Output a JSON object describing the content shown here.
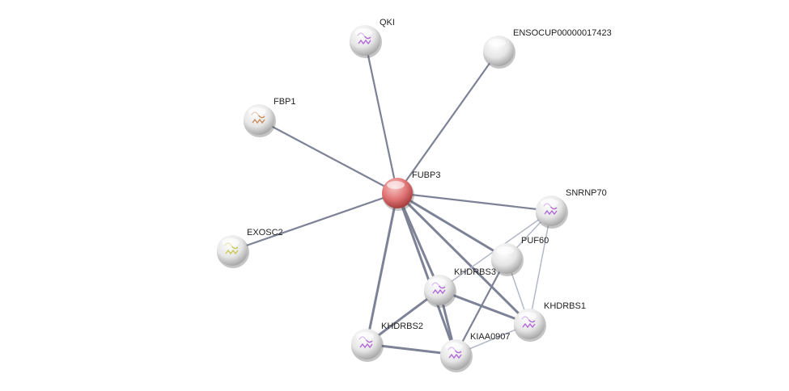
{
  "network": {
    "colors": {
      "query": "#d96a6a",
      "node": "#e2e2e2",
      "edge": "#7d8296",
      "edge_light": "#b4b8c8"
    },
    "nodes": [
      {
        "id": "QKI",
        "label": "QKI",
        "query": false,
        "structure": true
      },
      {
        "id": "ENSOCUP00000017423",
        "label": "ENSOCUP00000017423",
        "query": false,
        "structure": false
      },
      {
        "id": "FBP1",
        "label": "FBP1",
        "query": false,
        "structure": true
      },
      {
        "id": "FUBP3",
        "label": "FUBP3",
        "query": true,
        "structure": false
      },
      {
        "id": "SNRNP70",
        "label": "SNRNP70",
        "query": false,
        "structure": true
      },
      {
        "id": "EXOSC2",
        "label": "EXOSC2",
        "query": false,
        "structure": true
      },
      {
        "id": "PUF60",
        "label": "PUF60",
        "query": false,
        "structure": false
      },
      {
        "id": "KHDRBS3",
        "label": "KHDRBS3",
        "query": false,
        "structure": true
      },
      {
        "id": "KHDRBS1",
        "label": "KHDRBS1",
        "query": false,
        "structure": true
      },
      {
        "id": "KHDRBS2",
        "label": "KHDRBS2",
        "query": false,
        "structure": true
      },
      {
        "id": "KIAA0907",
        "label": "KIAA0907",
        "query": false,
        "structure": true
      }
    ],
    "edges": [
      [
        "FUBP3",
        "QKI",
        2
      ],
      [
        "FUBP3",
        "ENSOCUP00000017423",
        2
      ],
      [
        "FUBP3",
        "FBP1",
        2
      ],
      [
        "FUBP3",
        "EXOSC2",
        2
      ],
      [
        "FUBP3",
        "SNRNP70",
        2
      ],
      [
        "FUBP3",
        "PUF60",
        3
      ],
      [
        "FUBP3",
        "KHDRBS3",
        3
      ],
      [
        "FUBP3",
        "KHDRBS1",
        3
      ],
      [
        "FUBP3",
        "KHDRBS2",
        3
      ],
      [
        "FUBP3",
        "KIAA0907",
        3
      ],
      [
        "KHDRBS3",
        "KHDRBS2",
        3
      ],
      [
        "KHDRBS3",
        "KHDRBS1",
        3
      ],
      [
        "KHDRBS3",
        "KIAA0907",
        3
      ],
      [
        "KHDRBS2",
        "KIAA0907",
        3
      ],
      [
        "KIAA0907",
        "KHDRBS1",
        1
      ],
      [
        "KIAA0907",
        "PUF60",
        2
      ],
      [
        "KHDRBS3",
        "SNRNP70",
        1
      ],
      [
        "PUF60",
        "SNRNP70",
        1
      ],
      [
        "PUF60",
        "KHDRBS1",
        1
      ],
      [
        "SNRNP70",
        "KHDRBS1",
        1
      ]
    ]
  }
}
